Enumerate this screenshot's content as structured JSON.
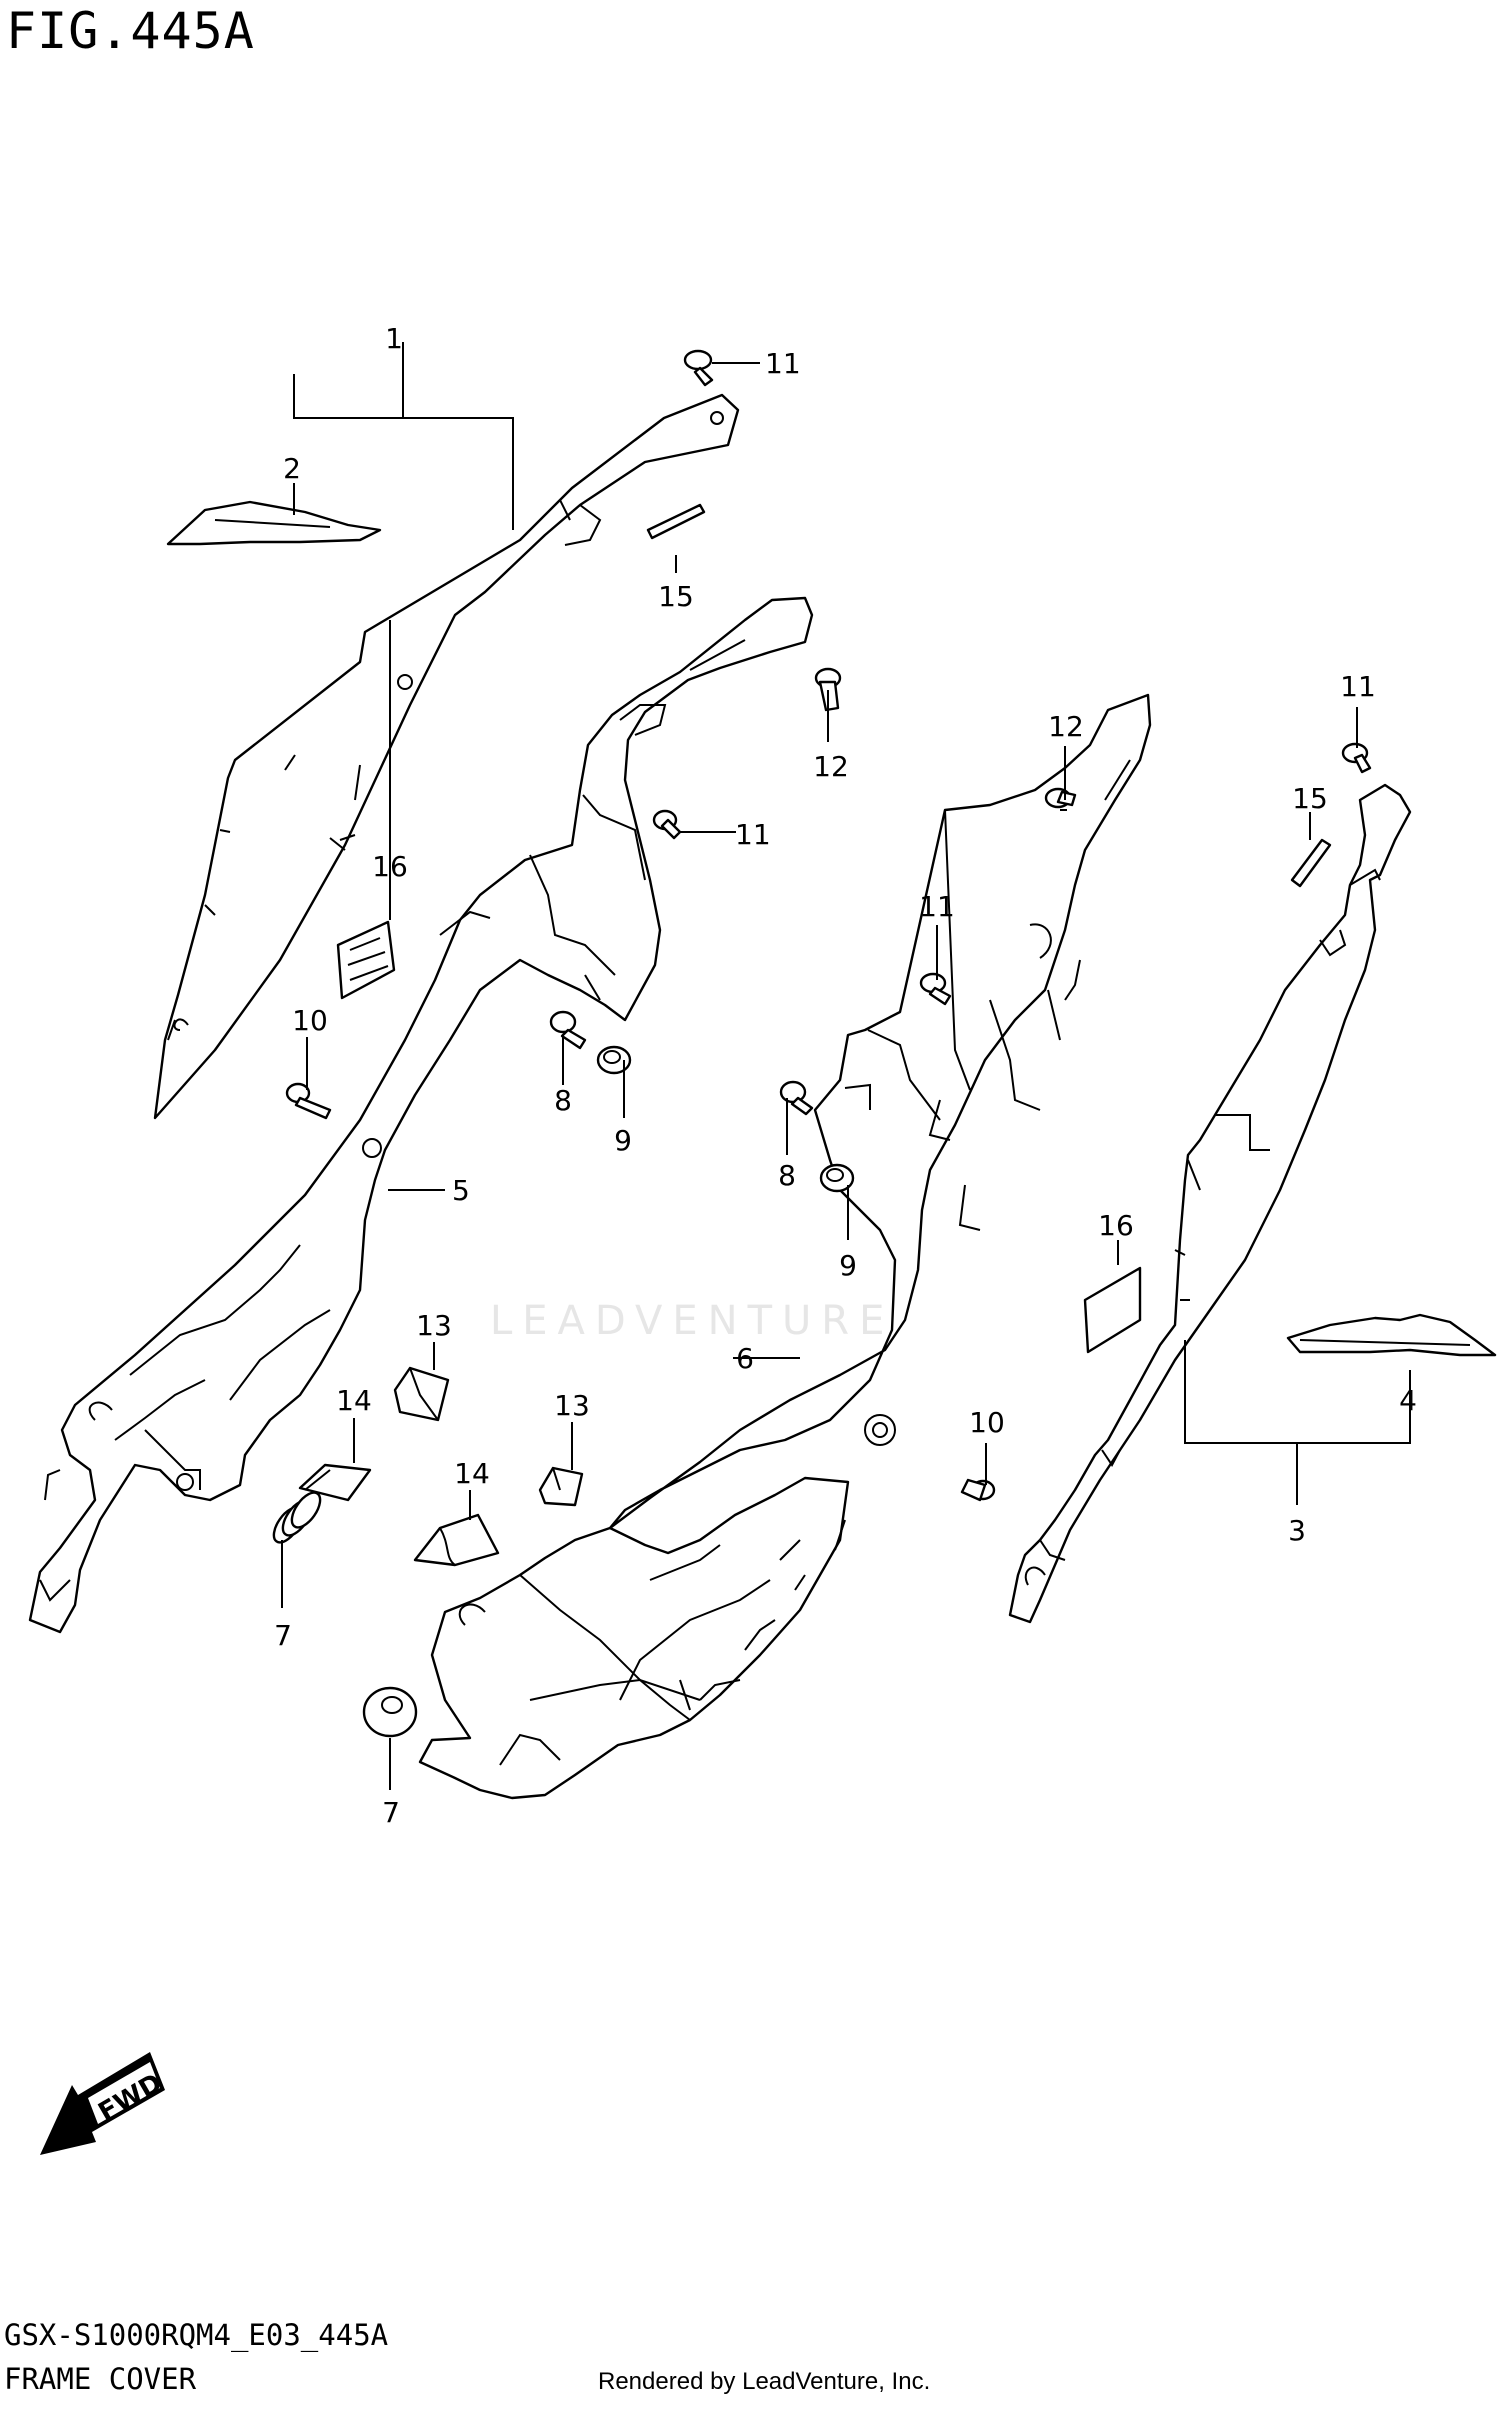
{
  "header": {
    "figure_title": "FIG.445A"
  },
  "footer": {
    "model_code": "GSX-S1000RQM4_E03_445A",
    "section_name": "FRAME COVER",
    "credit": "Rendered by LeadVenture, Inc."
  },
  "watermark": {
    "text": "LEADVENTURE"
  },
  "fwd_label": "FWD",
  "callouts": {
    "c1": "1",
    "c2": "2",
    "c3": "3",
    "c4": "4",
    "c5": "5",
    "c6": "6",
    "c7a": "7",
    "c7b": "7",
    "c8a": "8",
    "c8b": "8",
    "c9a": "9",
    "c9b": "9",
    "c10a": "10",
    "c10b": "10",
    "c11a": "11",
    "c11b": "11",
    "c11c": "11",
    "c11d": "11",
    "c12a": "12",
    "c12b": "12",
    "c13a": "13",
    "c13b": "13",
    "c14a": "14",
    "c14b": "14",
    "c15a": "15",
    "c15b": "15",
    "c16a": "16",
    "c16b": "16"
  }
}
